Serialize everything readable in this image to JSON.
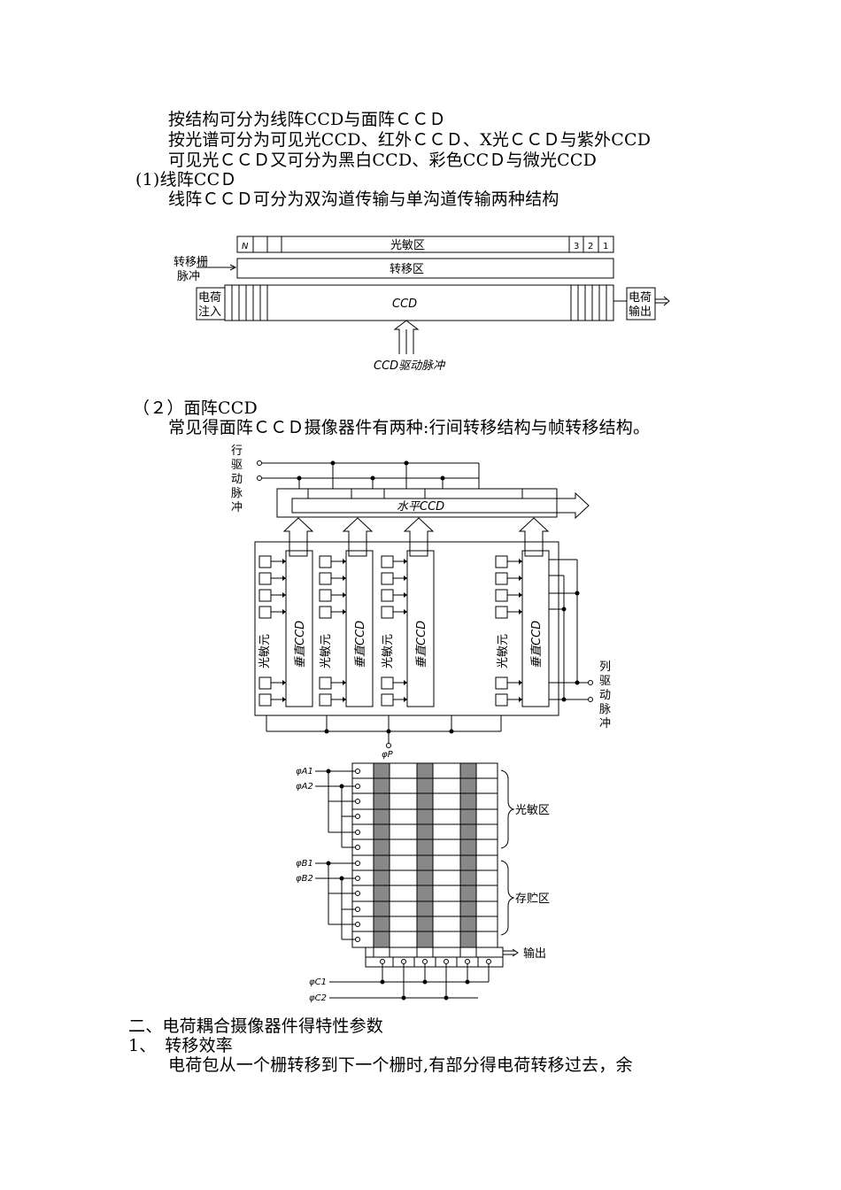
{
  "text": {
    "l1": "按结构可分为线阵CCD与面阵ＣＣＤ",
    "l2": "按光谱可分为可见光CCD、红外ＣＣＤ、X光ＣＣＤ与紫外CCD",
    "l3": "可见光ＣＣＤ又可分为黑白CCD、彩色CCＤ与微光CCD",
    "l4": "(1)线阵CCＤ",
    "l5": "线阵ＣＣＤ可分为双沟道传输与单沟道传输两种结构",
    "l6": "（２）面阵CCD",
    "l7": "常见得面阵ＣＣＤ摄像器件有两种:行间转移结构与帧转移结构。",
    "l8": "二、电荷耦合摄像器件得特性参数",
    "l9": "1、　转移效率",
    "l10": "电荷包从一个栅转移到下一个栅时,有部分得电荷转移过去，余"
  },
  "fig1": {
    "photosensitive": "光敏区",
    "n": "N",
    "n3": "3",
    "n2": "2",
    "n1": "1",
    "transfer_gate_1": "转移栅",
    "transfer_gate_2": "脉冲",
    "transfer_zone": "转移区",
    "charge_in_1": "电荷",
    "charge_in_2": "注入",
    "ccd": "CCD",
    "charge_out_1": "电荷",
    "charge_out_2": "输出",
    "drive_pulse": "CCD驱动脉冲"
  },
  "fig2": {
    "row_drive": [
      "行",
      "驱",
      "动",
      "脉",
      "冲"
    ],
    "horizontal_ccd": "水平CCD",
    "photo_element": "光敏元",
    "vertical_ccd": "垂直CCD",
    "col_drive": [
      "列",
      "驱",
      "动",
      "脉",
      "冲"
    ],
    "phi_p": "φP"
  },
  "fig3": {
    "phi_a1": "φA1",
    "phi_a2": "φA2",
    "phi_b1": "φB1",
    "phi_b2": "φB2",
    "phi_c1": "φC1",
    "phi_c2": "φC2",
    "photosensitive": "光敏区",
    "storage": "存贮区",
    "output": "输出"
  }
}
